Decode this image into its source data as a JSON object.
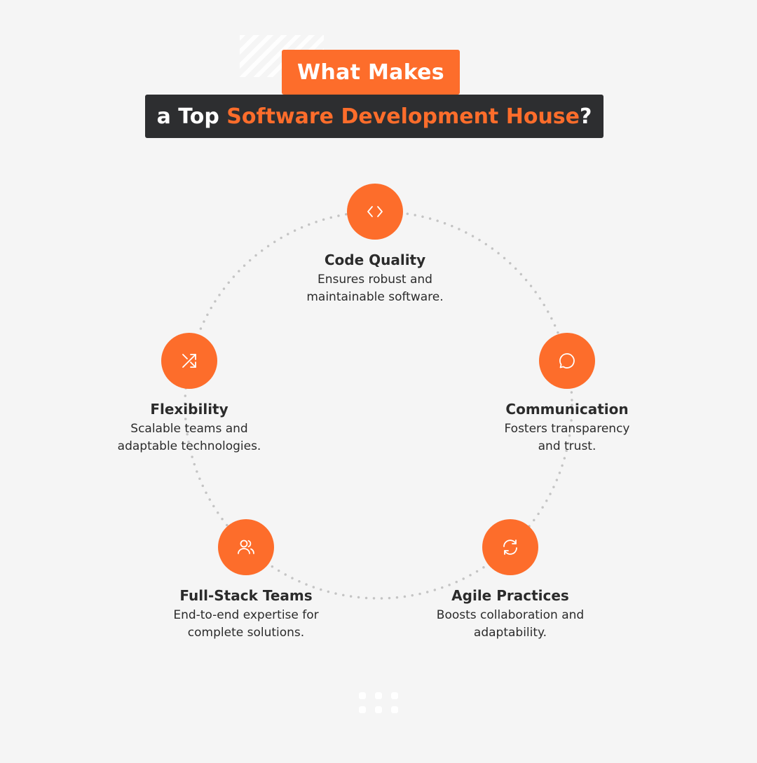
{
  "header": {
    "line1": "What Makes",
    "line2_prefix": "a Top ",
    "line2_accent": "Software Development House",
    "line2_suffix": "?"
  },
  "colors": {
    "accent": "#fd6d2b",
    "dark": "#2d2e30",
    "background": "#f5f5f5",
    "ring_dots": "#c4c4c4"
  },
  "nodes": [
    {
      "icon": "code-icon",
      "title": "Code Quality",
      "desc_line1": "Ensures robust and",
      "desc_line2": "maintainable software."
    },
    {
      "icon": "chat-bubble-icon",
      "title": "Communication",
      "desc_line1": "Fosters transparency",
      "desc_line2": "and trust."
    },
    {
      "icon": "refresh-icon",
      "title": "Agile Practices",
      "desc_line1": "Boosts collaboration and",
      "desc_line2": "adaptability."
    },
    {
      "icon": "users-icon",
      "title": "Full-Stack Teams",
      "desc_line1": "End-to-end expertise for",
      "desc_line2": "complete solutions."
    },
    {
      "icon": "shuffle-icon",
      "title": "Flexibility",
      "desc_line1": "Scalable teams and",
      "desc_line2": "adaptable technologies."
    }
  ]
}
